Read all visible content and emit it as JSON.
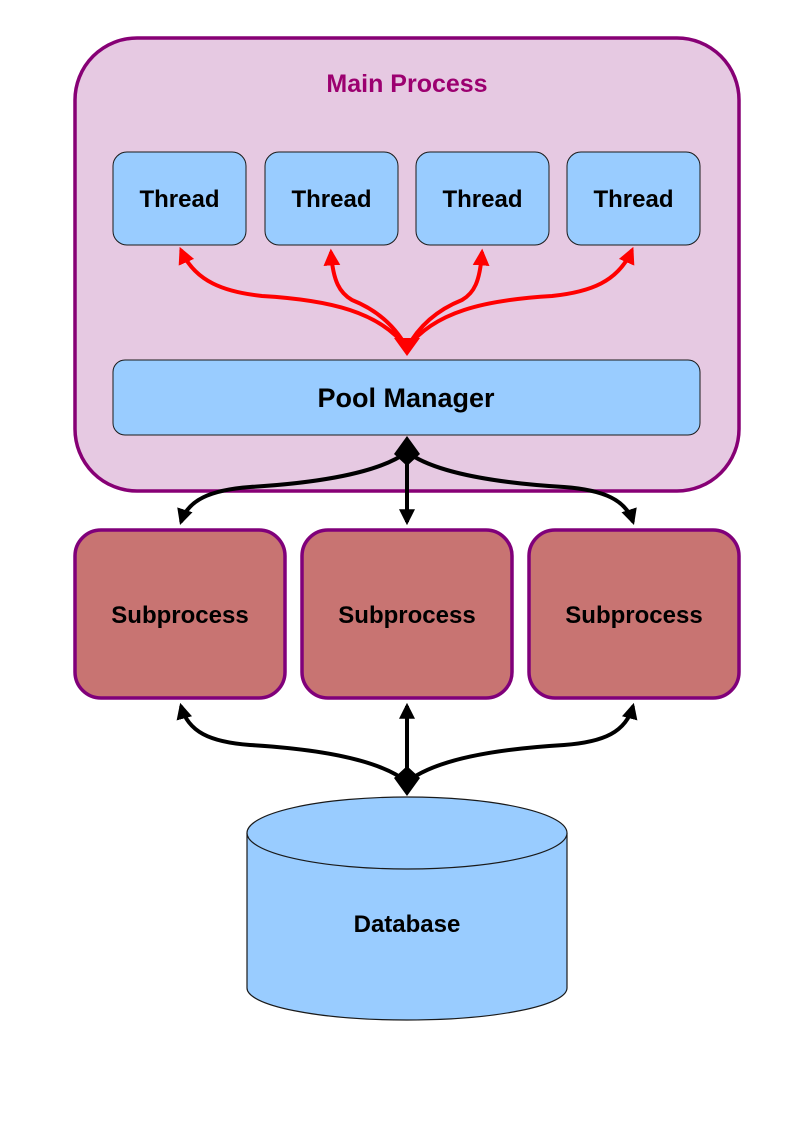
{
  "main_process": {
    "title": "Main Process",
    "fill": "#e6c9e2",
    "border": "#870075",
    "title_color": "#9c0070"
  },
  "threads": [
    {
      "label": "Thread"
    },
    {
      "label": "Thread"
    },
    {
      "label": "Thread"
    },
    {
      "label": "Thread"
    }
  ],
  "pool_manager": {
    "label": "Pool Manager"
  },
  "subprocesses": [
    {
      "label": "Subprocess"
    },
    {
      "label": "Subprocess"
    },
    {
      "label": "Subprocess"
    }
  ],
  "database": {
    "label": "Database"
  },
  "colors": {
    "box_fill": "#99ccff",
    "box_border": "#1a1a1a",
    "subprocess_fill": "#c87472",
    "subprocess_border": "#80007a",
    "thread_arrow": "#ff0000",
    "link_arrow": "#000000"
  }
}
